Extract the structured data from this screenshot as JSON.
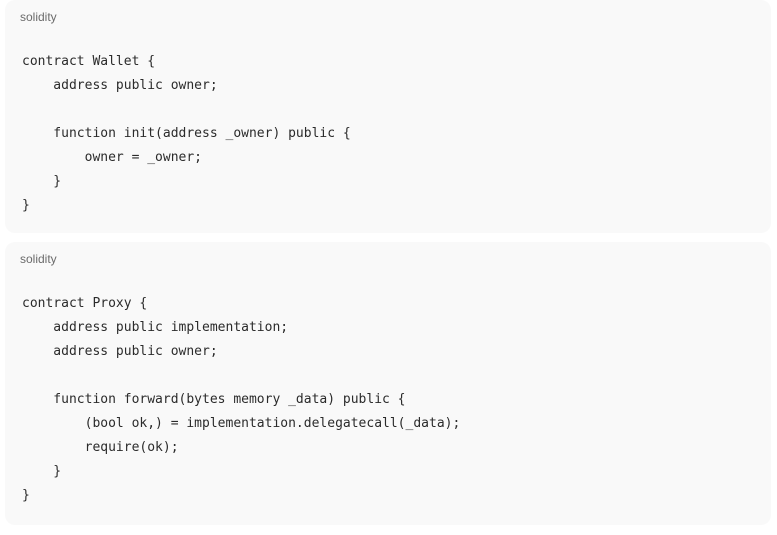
{
  "code_blocks": [
    {
      "language": "solidity",
      "lines": [
        "contract Wallet {",
        "    address public owner;",
        "",
        "    function init(address _owner) public {",
        "        owner = _owner;",
        "    }",
        "}"
      ]
    },
    {
      "language": "solidity",
      "lines": [
        "contract Proxy {",
        "    address public implementation;",
        "    address public owner;",
        "",
        "    function forward(bytes memory _data) public {",
        "        (bool ok,) = implementation.delegatecall(_data);",
        "        require(ok);",
        "    }",
        "}"
      ]
    }
  ]
}
